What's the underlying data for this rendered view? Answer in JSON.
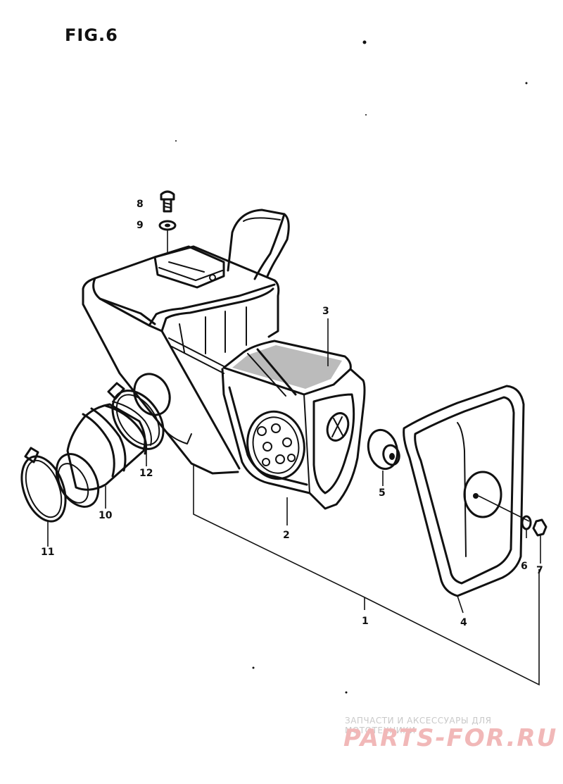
{
  "figure_title": "FIG.6",
  "callouts": [
    {
      "id": "8",
      "label": "8"
    },
    {
      "id": "9",
      "label": "9"
    },
    {
      "id": "3",
      "label": "3"
    },
    {
      "id": "12",
      "label": "12"
    },
    {
      "id": "5",
      "label": "5"
    },
    {
      "id": "10",
      "label": "10"
    },
    {
      "id": "2",
      "label": "2"
    },
    {
      "id": "11",
      "label": "11"
    },
    {
      "id": "6",
      "label": "6"
    },
    {
      "id": "7",
      "label": "7"
    },
    {
      "id": "4",
      "label": "4"
    },
    {
      "id": "1",
      "label": "1"
    }
  ],
  "watermark": {
    "tagline": "ЗАПЧАСТИ И АКСЕССУАРЫ ДЛЯ МОТОТЕХНИКИ",
    "logo": "PARTS-FOR.RU"
  },
  "colors": {
    "ink": "#111111",
    "watermark_text": "#c9c9c9",
    "watermark_logo": "#f1b8b8"
  }
}
